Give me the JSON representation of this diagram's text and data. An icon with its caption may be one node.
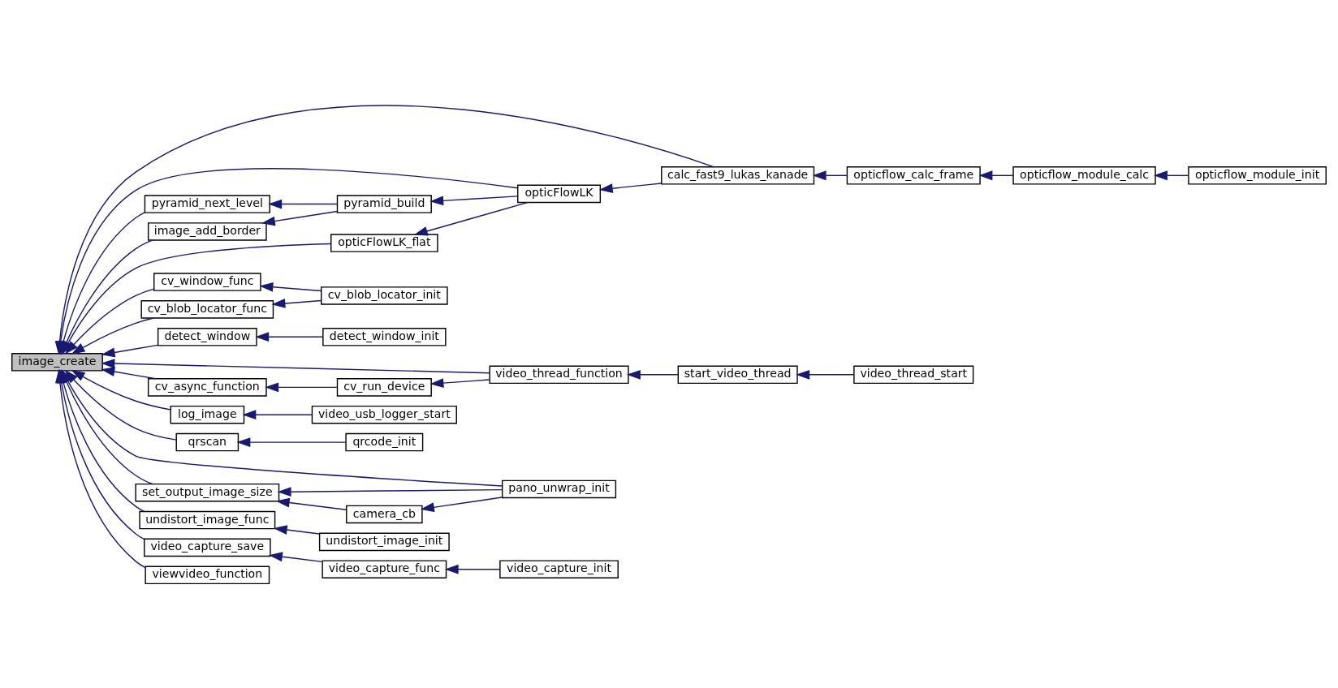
{
  "diagram": {
    "nodes": [
      {
        "text": [
          "image_create"
        ]
      },
      {
        "text": [
          "pyramid_next_level"
        ]
      },
      {
        "text": [
          "image_add_border"
        ]
      },
      {
        "text": [
          "pyramid_build"
        ]
      },
      {
        "text": [
          "opticFlowLK"
        ]
      },
      {
        "text": [
          "opticFlowLK_flat"
        ]
      },
      {
        "text": [
          "calc_fast9_lukas_kanade"
        ]
      },
      {
        "text": [
          "opticflow_calc_frame"
        ]
      },
      {
        "text": [
          "opticflow_module_calc"
        ]
      },
      {
        "text": [
          "opticflow_module_init"
        ]
      },
      {
        "text": [
          "cv_window_func"
        ]
      },
      {
        "text": [
          "cv_blob_locator_func"
        ]
      },
      {
        "text": [
          "cv_blob_locator_init"
        ]
      },
      {
        "text": [
          "detect_window"
        ]
      },
      {
        "text": [
          "detect_window_init"
        ]
      },
      {
        "text": [
          "cv_async_function"
        ]
      },
      {
        "text": [
          "cv_run_device"
        ]
      },
      {
        "text": [
          "video_thread_function"
        ]
      },
      {
        "text": [
          "start_video_thread"
        ]
      },
      {
        "text": [
          "video_thread_start"
        ]
      },
      {
        "text": [
          "log_image"
        ]
      },
      {
        "text": [
          "video_usb_logger_start"
        ]
      },
      {
        "text": [
          "qrscan"
        ]
      },
      {
        "text": [
          "qrcode_init"
        ]
      },
      {
        "text": [
          "set_output_image_size"
        ]
      },
      {
        "text": [
          "camera_cb"
        ]
      },
      {
        "text": [
          "pano_unwrap_init"
        ]
      },
      {
        "text": [
          "undistort_image_func"
        ]
      },
      {
        "text": [
          "undistort_image_init"
        ]
      },
      {
        "text": [
          "video_capture_save"
        ]
      },
      {
        "text": [
          "video_capture_func"
        ]
      },
      {
        "text": [
          "video_capture_init"
        ]
      },
      {
        "text": [
          "viewvideo_function"
        ]
      }
    ],
    "edges": [
      {
        "from": 1,
        "to": 0,
        "arrow": "to"
      },
      {
        "from": 2,
        "to": 0,
        "arrow": "to"
      },
      {
        "from": 3,
        "to": 1,
        "arrow": "to"
      },
      {
        "from": 3,
        "to": 2,
        "arrow": "to"
      },
      {
        "from": 4,
        "to": 3,
        "arrow": "to"
      },
      {
        "from": 4,
        "to": 0,
        "arrow": "to"
      },
      {
        "from": 4,
        "to": 5,
        "arrow": "to"
      },
      {
        "from": 5,
        "to": 0,
        "arrow": "to"
      },
      {
        "from": 6,
        "to": 4,
        "arrow": "to"
      },
      {
        "from": 6,
        "to": 0,
        "arrow": "to"
      },
      {
        "from": 7,
        "to": 6,
        "arrow": "to"
      },
      {
        "from": 8,
        "to": 7,
        "arrow": "to"
      },
      {
        "from": 9,
        "to": 8,
        "arrow": "to"
      },
      {
        "from": 10,
        "to": 0,
        "arrow": "to"
      },
      {
        "from": 11,
        "to": 0,
        "arrow": "to"
      },
      {
        "from": 12,
        "to": 10,
        "arrow": "to"
      },
      {
        "from": 12,
        "to": 11,
        "arrow": "to"
      },
      {
        "from": 13,
        "to": 0,
        "arrow": "to"
      },
      {
        "from": 14,
        "to": 13,
        "arrow": "to"
      },
      {
        "from": 15,
        "to": 0,
        "arrow": "to"
      },
      {
        "from": 16,
        "to": 15,
        "arrow": "to"
      },
      {
        "from": 17,
        "to": 16,
        "arrow": "to"
      },
      {
        "from": 17,
        "to": 0,
        "arrow": "to"
      },
      {
        "from": 18,
        "to": 17,
        "arrow": "to"
      },
      {
        "from": 19,
        "to": 18,
        "arrow": "to"
      },
      {
        "from": 20,
        "to": 0,
        "arrow": "to"
      },
      {
        "from": 21,
        "to": 20,
        "arrow": "to"
      },
      {
        "from": 22,
        "to": 0,
        "arrow": "to"
      },
      {
        "from": 23,
        "to": 22,
        "arrow": "to"
      },
      {
        "from": 24,
        "to": 0,
        "arrow": "to"
      },
      {
        "from": 25,
        "to": 24,
        "arrow": "to"
      },
      {
        "from": 26,
        "to": 0,
        "arrow": "to"
      },
      {
        "from": 26,
        "to": 25,
        "arrow": "to"
      },
      {
        "from": 26,
        "to": 24,
        "arrow": "to"
      },
      {
        "from": 27,
        "to": 0,
        "arrow": "to"
      },
      {
        "from": 28,
        "to": 27,
        "arrow": "to"
      },
      {
        "from": 29,
        "to": 0,
        "arrow": "to"
      },
      {
        "from": 30,
        "to": 29,
        "arrow": "to"
      },
      {
        "from": 31,
        "to": 30,
        "arrow": "to"
      },
      {
        "from": 32,
        "to": 0,
        "arrow": "to"
      }
    ]
  }
}
